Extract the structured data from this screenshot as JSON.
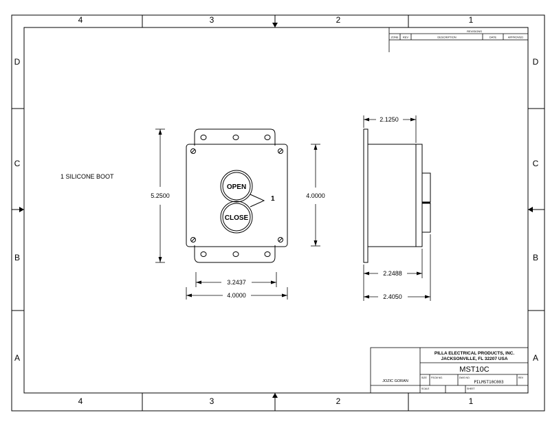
{
  "border": {
    "columns": [
      "4",
      "3",
      "2",
      "1"
    ],
    "rows": [
      "D",
      "C",
      "B",
      "A"
    ]
  },
  "revisions": {
    "title": "REVISIONS",
    "headers": [
      "ZONE",
      "REV",
      "DESCRIPTION",
      "DATE",
      "APPROVED"
    ]
  },
  "notes": {
    "boot": "1 SILICONE BOOT"
  },
  "front_view": {
    "buttons": [
      "OPEN",
      "CLOSE"
    ],
    "callout": "1",
    "dims": {
      "height_overall": "5.2500",
      "height_box": "4.0000",
      "width_holes": "3.2437",
      "width_box": "4.0000"
    }
  },
  "side_view": {
    "dims": {
      "depth_top": "2.1250",
      "depth_mid": "2.2488",
      "depth_bottom": "2.4050"
    }
  },
  "title_block": {
    "company": "PILLA ELECTRICAL PRODUCTS, INC.",
    "address": "JACKSONVILLE, FL 32207 USA",
    "part": "MST10C",
    "drawn_by": "JOZIC GORAN",
    "size_label": "SIZE",
    "fscm_label": "FSCM NO.",
    "dwg_label": "DWG NO.",
    "dwg_no": "PILMST10C003",
    "rev_label": "REV",
    "scale_label": "SCALE",
    "sheet_label": "SHEET"
  }
}
